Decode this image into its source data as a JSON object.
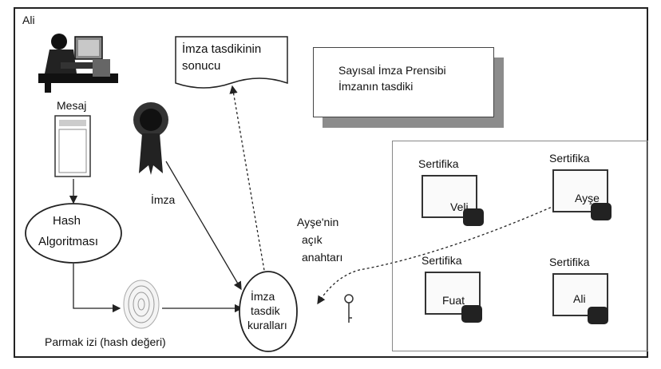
{
  "actors": {
    "ali": "Ali"
  },
  "labels": {
    "mesaj": "Mesaj",
    "hash_line1": "Hash",
    "hash_line2": "Algoritması",
    "parmak_izi": "Parmak izi (hash değeri)",
    "imza": "İmza",
    "tasdik_sonuc_line1": "İmza tasdikinin",
    "tasdik_sonuc_line2": "sonucu",
    "tasdik_kural_line1": "İmza",
    "tasdik_kural_line2": "tasdik",
    "tasdik_kural_line3": "kuralları",
    "acik_anahtar_line1": "Ayşe'nin",
    "acik_anahtar_line2": "açık",
    "acik_anahtar_line3": "anahtarı"
  },
  "title_box": {
    "line1": "Sayısal İmza Prensibi",
    "line2": "İmzanın tasdiki"
  },
  "certificates": [
    {
      "title": "Sertifika",
      "name": "Veli"
    },
    {
      "title": "Sertifika",
      "name": "Ayşe"
    },
    {
      "title": "Sertifika",
      "name": "Fuat"
    },
    {
      "title": "Sertifika",
      "name": "Ali"
    }
  ],
  "icons": {
    "person": "person-at-computer-icon",
    "document": "document-icon",
    "seal": "seal-ribbon-icon",
    "fingerprint": "fingerprint-icon",
    "key": "key-icon"
  },
  "colors": {
    "line": "#222222",
    "shadow": "#8c8c8c",
    "background": "#ffffff"
  }
}
